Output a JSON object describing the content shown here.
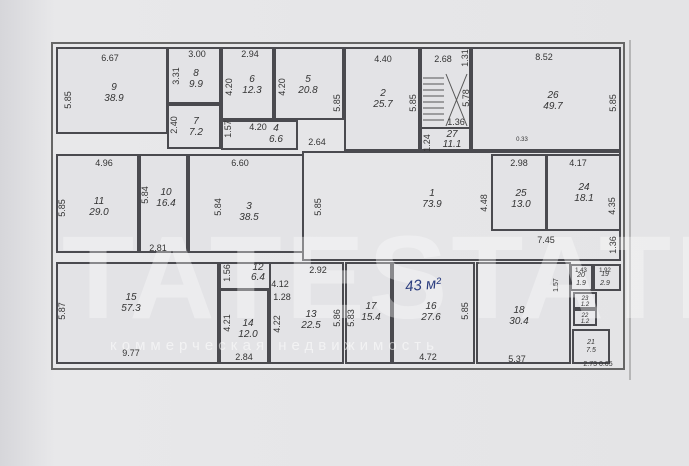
{
  "plan": {
    "rooms": [
      {
        "num": "9",
        "area": "38.9"
      },
      {
        "num": "8",
        "area": "9.9"
      },
      {
        "num": "7",
        "area": "7.2"
      },
      {
        "num": "6",
        "area": "12.3"
      },
      {
        "num": "5",
        "area": "20.8"
      },
      {
        "num": "4",
        "area": "6.6"
      },
      {
        "num": "2",
        "area": "25.7"
      },
      {
        "num": "27",
        "area": "11.1"
      },
      {
        "num": "26",
        "area": "49.7"
      },
      {
        "num": "11",
        "area": "29.0"
      },
      {
        "num": "10",
        "area": "16.4"
      },
      {
        "num": "3",
        "area": "38.5"
      },
      {
        "num": "1",
        "area": "73.9"
      },
      {
        "num": "25",
        "area": "13.0"
      },
      {
        "num": "24",
        "area": "18.1"
      },
      {
        "num": "15",
        "area": "57.3"
      },
      {
        "num": "12",
        "area": "6.4"
      },
      {
        "num": "14",
        "area": "12.0"
      },
      {
        "num": "13",
        "area": "22.5"
      },
      {
        "num": "17",
        "area": "15.4"
      },
      {
        "num": "16",
        "area": "27.6"
      },
      {
        "num": "18",
        "area": "30.4"
      },
      {
        "num": "20",
        "area": "1.9"
      },
      {
        "num": "19",
        "area": "2.9"
      },
      {
        "num": "23",
        "area": "1.2"
      },
      {
        "num": "22",
        "area": "1.2"
      },
      {
        "num": "21",
        "area": "7.5"
      }
    ],
    "dims": [
      "6.67",
      "3.00",
      "2.94",
      "4.40",
      "2.68",
      "8.52",
      "5.85",
      "3.31",
      "4.20",
      "4.20",
      "5.85",
      "5.85",
      "5.78",
      "1.31",
      "5.85",
      "2.40",
      "1.57",
      "4.20",
      "2.64",
      "1.36",
      "1.24",
      "4.96",
      "6.60",
      "5.85",
      "5.84",
      "5.84",
      "5.85",
      "2.81",
      "4.48",
      "2.98",
      "4.17",
      "4.35",
      "7.45",
      "1.36",
      "5.87",
      "9.77",
      "1.56",
      "4.12",
      "1.28",
      "2.92",
      "4.21",
      "2.84",
      "4.22",
      "5.86",
      "5.83",
      "5.85",
      "4.72",
      "5.37",
      "1.57",
      "2.73 0.65",
      "1.43",
      "1.92",
      "0.33"
    ],
    "handwritten_note": "43 м²",
    "watermark": "TATESTATE",
    "watermark_subtitle": "коммерческая недвижимость"
  }
}
